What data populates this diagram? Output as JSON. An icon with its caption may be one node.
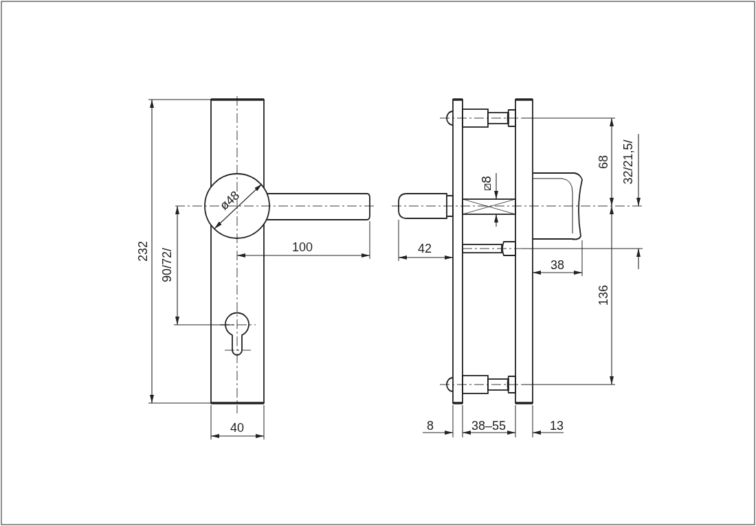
{
  "diagram": {
    "labels": [
      "232",
      "ø48",
      "90/72/",
      "100",
      "40",
      "68",
      "32/21,5/",
      "⧄8",
      "42",
      "38",
      "136",
      "8",
      "38–55",
      "13"
    ]
  }
}
